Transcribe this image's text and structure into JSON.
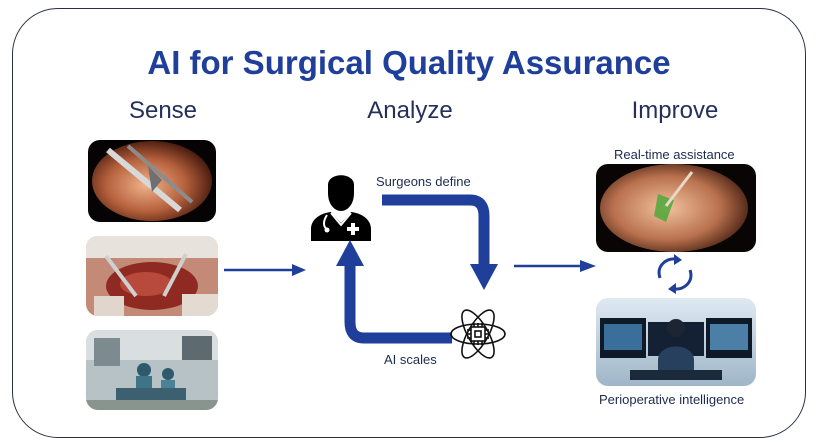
{
  "title": "AI for Surgical Quality Assurance",
  "columns": {
    "sense": "Sense",
    "analyze": "Analyze",
    "improve": "Improve"
  },
  "cycle": {
    "top_label": "Surgeons define",
    "bottom_label": "AI scales"
  },
  "improve": {
    "top_label": "Real-time assistance",
    "bottom_label": "Perioperative intelligence"
  },
  "colors": {
    "title": "#1f3f9a",
    "arrow": "#1f3f9a"
  }
}
